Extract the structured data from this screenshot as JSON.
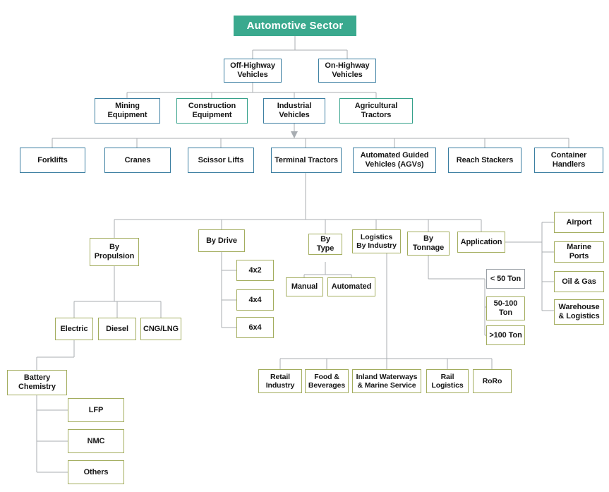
{
  "diagram": {
    "title": "Automotive Sector",
    "colors": {
      "root_fill": "#3aa98e",
      "root_text": "#ffffff",
      "border_blue": "#3b7ea1",
      "border_teal": "#35a18a",
      "border_olive": "#a3ad5e",
      "border_gray": "#9aa0a6",
      "connector": "#a8adb2",
      "text": "#161616",
      "background": "#ffffff"
    }
  },
  "nodes": {
    "root": "Automotive Sector",
    "level2": [
      "Off-Highway\nVehicles",
      "On-Highway\nVehicles"
    ],
    "level3": [
      "Mining\nEquipment",
      "Construction\nEquipment",
      "Industrial\nVehicles",
      "Agricultural\nTractors"
    ],
    "level4": [
      "Forklifts",
      "Cranes",
      "Scissor Lifts",
      "Terminal Tractors",
      "Automated Guided\nVehicles (AGVs)",
      "Reach Stackers",
      "Container\nHandlers"
    ],
    "segments": [
      "By\nPropulsion",
      "By Drive",
      "By Type",
      "Logistics\nBy Industry",
      "By\nTonnage",
      "Application"
    ],
    "by_propulsion": [
      "Electric",
      "Diesel",
      "CNG/LNG"
    ],
    "battery": {
      "parent": "Battery\nChemistry",
      "children": [
        "LFP",
        "NMC",
        "Others"
      ]
    },
    "by_drive": [
      "4x2",
      "4x4",
      "6x4"
    ],
    "by_type": [
      "Manual",
      "Automated"
    ],
    "logistics_by_industry": [
      "Retail\nIndustry",
      "Food &\nBeverages",
      "Inland Waterways\n& Marine Service",
      "Rail\nLogistics",
      "RoRo"
    ],
    "by_tonnage": [
      "< 50 Ton",
      "50-100\nTon",
      ">100 Ton"
    ],
    "application": [
      "Airport",
      "Marine Ports",
      "Oil & Gas",
      "Warehouse\n& Logistics"
    ]
  }
}
